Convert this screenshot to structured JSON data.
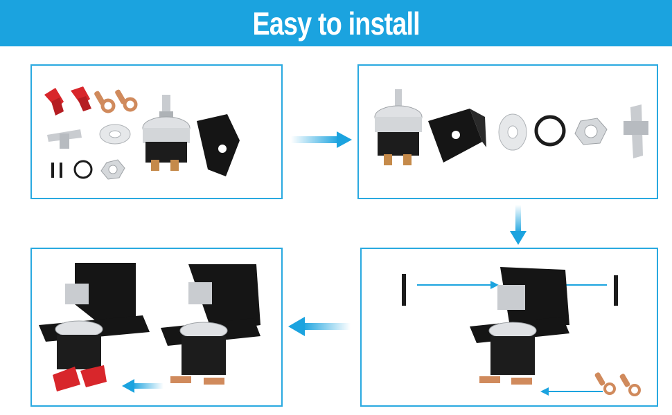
{
  "header": {
    "title": "Easy to install"
  },
  "colors": {
    "accent": "#1ba3df",
    "panel_border": "#29a9e0",
    "arrow": "#1ba3df"
  },
  "panels": [
    {
      "name": "parts-kit",
      "items": [
        "red-terminal-caps",
        "copper-ring-lugs",
        "key-handle",
        "washer-plate",
        "switch-body",
        "mounting-bracket",
        "spring-pins",
        "o-ring",
        "hex-nut"
      ]
    },
    {
      "name": "exploded-parts",
      "items": [
        "switch-body",
        "mounting-bracket",
        "washer-plate",
        "o-ring",
        "hex-nut",
        "key-handle"
      ]
    },
    {
      "name": "fitting-handle-and-lugs",
      "items": [
        "switch-assembly",
        "spring-pins",
        "copper-ring-lugs"
      ]
    },
    {
      "name": "finished-assembly",
      "items": [
        "switch-with-caps",
        "switch-with-lugs"
      ]
    }
  ],
  "icons": [
    "arrow-right-icon",
    "arrow-down-icon",
    "arrow-left-icon"
  ]
}
